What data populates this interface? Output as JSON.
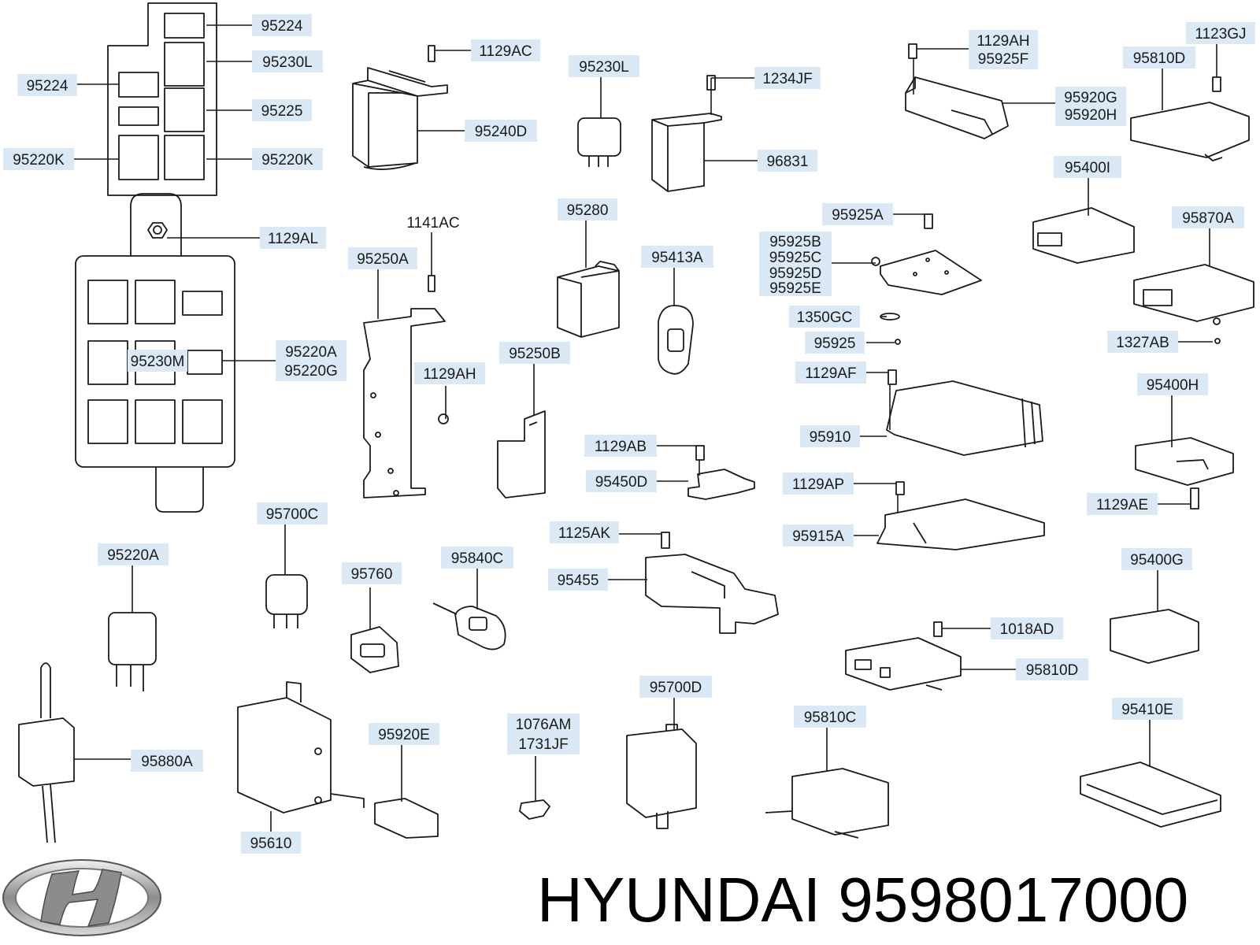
{
  "labels": [
    {
      "text": "95224"
    },
    {
      "text": "95230L"
    },
    {
      "text": "95224"
    },
    {
      "text": "95225"
    },
    {
      "text": "95220K"
    },
    {
      "text": "95220K"
    },
    {
      "text": "1129AC"
    },
    {
      "text": "95240D"
    },
    {
      "text": "95230L"
    },
    {
      "text": "1234JF"
    },
    {
      "text": "96831"
    },
    {
      "text": "1129AH"
    },
    {
      "text": "95925F"
    },
    {
      "text": "95920G"
    },
    {
      "text": "95920H"
    },
    {
      "text": "1123GJ"
    },
    {
      "text": "95810D"
    },
    {
      "text": "1129AL"
    },
    {
      "text": "1141AC"
    },
    {
      "text": "95250A"
    },
    {
      "text": "95280"
    },
    {
      "text": "95413A"
    },
    {
      "text": "95925A"
    },
    {
      "text": "95400I"
    },
    {
      "text": "95870A"
    },
    {
      "text": "95925B"
    },
    {
      "text": "95925C"
    },
    {
      "text": "95925D"
    },
    {
      "text": "95925E"
    },
    {
      "text": "1350GC"
    },
    {
      "text": "95925"
    },
    {
      "text": "1327AB"
    },
    {
      "text": "95230M"
    },
    {
      "text": "95220A"
    },
    {
      "text": "95220G"
    },
    {
      "text": "1129AH"
    },
    {
      "text": "95250B"
    },
    {
      "text": "1129AF"
    },
    {
      "text": "95400H"
    },
    {
      "text": "95910"
    },
    {
      "text": "1129AB"
    },
    {
      "text": "95450D"
    },
    {
      "text": "1129AP"
    },
    {
      "text": "1129AE"
    },
    {
      "text": "95915A"
    },
    {
      "text": "95700C"
    },
    {
      "text": "1125AK"
    },
    {
      "text": "95220A"
    },
    {
      "text": "95760"
    },
    {
      "text": "95840C"
    },
    {
      "text": "95455"
    },
    {
      "text": "95400G"
    },
    {
      "text": "1018AD"
    },
    {
      "text": "95810D"
    },
    {
      "text": "95700D"
    },
    {
      "text": "95810C"
    },
    {
      "text": "95410E"
    },
    {
      "text": "1076AM"
    },
    {
      "text": "1731JF"
    },
    {
      "text": "95920E"
    },
    {
      "text": "95880A"
    },
    {
      "text": "95610"
    }
  ],
  "brand": {
    "logo_icon": "hyundai-logo-icon",
    "caption": "HYUNDAI 9598017000"
  }
}
